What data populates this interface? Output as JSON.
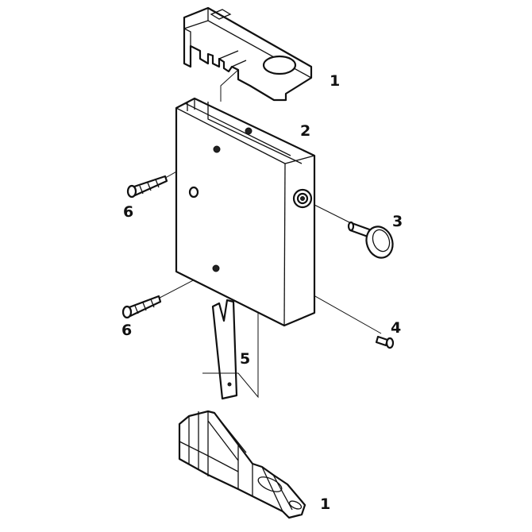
{
  "parts": [
    {
      "id": "top-bracket",
      "label": "1"
    },
    {
      "id": "housing",
      "label": "2"
    },
    {
      "id": "knob",
      "label": "3"
    },
    {
      "id": "small-screw",
      "label": "4"
    },
    {
      "id": "latch-plate",
      "label": "5"
    },
    {
      "id": "screw-upper",
      "label": "6"
    },
    {
      "id": "screw-lower",
      "label": "6"
    },
    {
      "id": "bottom-bracket",
      "label": "1"
    }
  ]
}
